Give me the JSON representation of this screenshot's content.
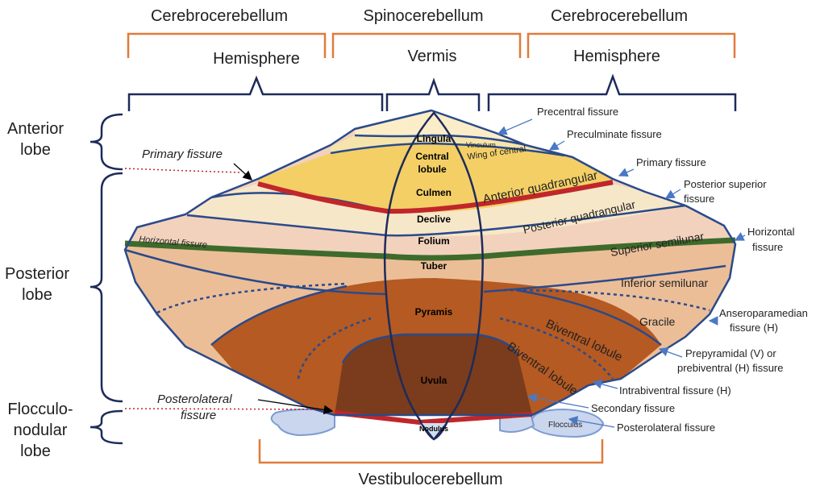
{
  "headers": {
    "cerebro_left": "Cerebrocerebellum",
    "spino": "Spinocerebellum",
    "cerebro_right": "Cerebrocerebellum",
    "hemisphere_left": "Hemisphere",
    "vermis": "Vermis",
    "hemisphere_right": "Hemisphere",
    "vestibulo": "Vestibulocerebellum"
  },
  "lobes": {
    "anterior_1": "Anterior",
    "anterior_2": "lobe",
    "posterior_1": "Posterior",
    "posterior_2": "lobe",
    "floc_1": "Flocculo-",
    "floc_2": "nodular",
    "floc_3": "lobe"
  },
  "vermis_parts": {
    "lingula": "Lingula",
    "central_1": "Central",
    "central_2": "lobule",
    "culmen": "Culmen",
    "declive": "Declive",
    "folium": "Folium",
    "tuber": "Tuber",
    "pyramis": "Pyramis",
    "uvula": "Uvula",
    "nodulus": "Nodulus"
  },
  "hemisphere_parts": {
    "vinculum": "Vinculum",
    "wing_central": "Wing of central",
    "anterior_quad": "Anterior quadrangular",
    "posterior_quad": "Posterior quadrangular",
    "superior_semilunar": "Superior semilunar",
    "inferior_semilunar": "Inferior semilunar",
    "gracile": "Gracile",
    "biventral_1": "Biventral lobule",
    "biventral_2": "Biventral lobule",
    "flocculus": "Flocculus",
    "horizontal_fissure_inline": "Horizontal fissure"
  },
  "left_labels": {
    "primary_fissure": "Primary fissure",
    "posterolateral_1": "Posterolateral",
    "posterolateral_2": "fissure"
  },
  "annotations": {
    "precentral": "Precentral fissure",
    "preculminate": "Preculminate fissure",
    "primary": "Primary fissure",
    "post_sup_1": "Posterior superior",
    "post_sup_2": "fissure",
    "horizontal_1": "Horizontal",
    "horizontal_2": "fissure",
    "ansero_1": "Anseroparamedian",
    "ansero_2": "fissure (H)",
    "prepyr_1": "Prepyramidal (V) or",
    "prepyr_2": "prebiventral (H) fissure",
    "intrabiventral": "Intrabiventral fissure (H)",
    "secondary": "Secondary fissure",
    "posterolateral": "Posterolateral fissure"
  },
  "colors": {
    "anterior_fill": "#f6d774",
    "culmen_fill": "#f3cf66",
    "pale_fill": "#f7e7c9",
    "light_tan": "#f2d2bd",
    "mid_tan": "#ecbe98",
    "rust": "#b55a22",
    "dark_brown": "#7a3c1c",
    "fissure_red": "#c0262a",
    "fissure_green": "#3e6b2b",
    "outline_blue": "#2a4a8a",
    "bracket_orange": "#e07b3a",
    "pointer_blue": "#4a78c4"
  }
}
